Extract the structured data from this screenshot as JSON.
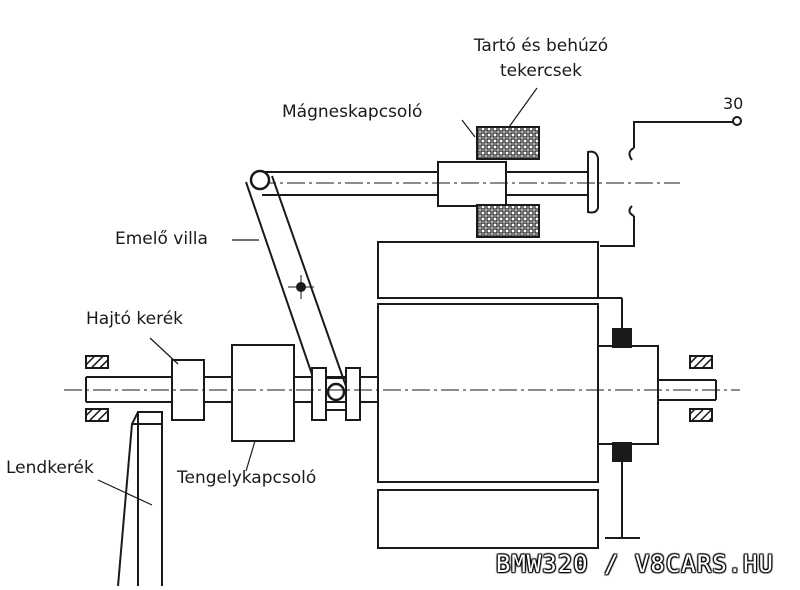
{
  "labels": {
    "coils_line1": "Tartó és behúzó",
    "coils_line2": "tekercsek",
    "solenoid": "Mágneskapcsoló",
    "terminal": "30",
    "fork": "Emelő villa",
    "pinion": "Hajtó kerék",
    "flywheel": "Lendkerék",
    "clutch": "Tengelykapcsoló"
  },
  "watermark": "BMW320 / V8CARS.HU",
  "colors": {
    "line": "#1a1a1a",
    "background": "#ffffff"
  }
}
